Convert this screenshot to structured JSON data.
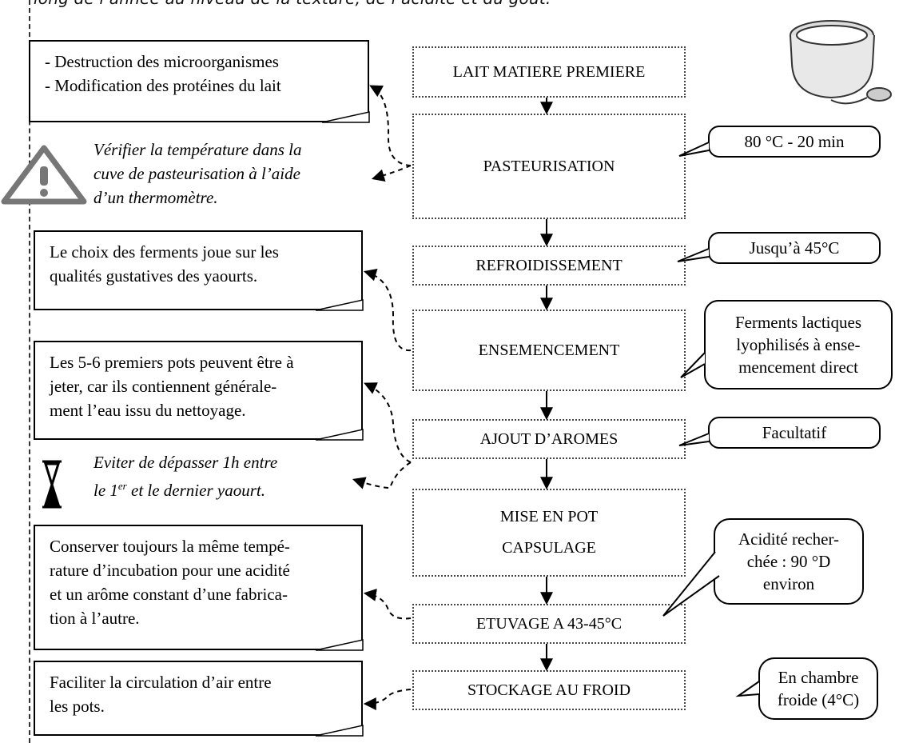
{
  "header_text": "long de l’année au niveau de la texture, de l’acidité et du goût.",
  "steps": [
    {
      "lines": [
        "LAIT MATIERE PREMIERE"
      ]
    },
    {
      "lines": [
        "PASTEURISATION"
      ]
    },
    {
      "lines": [
        "REFROIDISSEMENT"
      ]
    },
    {
      "lines": [
        "ENSEMENCEMENT"
      ]
    },
    {
      "lines": [
        "AJOUT D’AROMES"
      ]
    },
    {
      "lines": [
        "MISE EN POT",
        "CAPSULAGE"
      ]
    },
    {
      "lines": [
        "ETUVAGE A 43-45°C"
      ]
    },
    {
      "lines": [
        "STOCKAGE AU FROID"
      ]
    }
  ],
  "notes": [
    {
      "lines": [
        "- Destruction des microorganismes",
        "- Modification des protéines du lait"
      ]
    },
    {
      "lines": [
        "Le choix des ferments joue sur les",
        "qualités gustatives des yaourts."
      ]
    },
    {
      "lines": [
        "Les 5-6 premiers pots peuvent être à",
        "jeter, car ils contiennent générale-",
        "ment l’eau issu du nettoyage."
      ]
    },
    {
      "lines": [
        "Conserver toujours la même tempé-",
        "rature d’incubation pour une acidité",
        "et un arôme constant d’une fabrica-",
        "tion à l’autre."
      ]
    },
    {
      "lines": [
        "Faciliter la circulation d’air entre",
        "les pots."
      ]
    }
  ],
  "warning_text": {
    "lines": [
      "Vérifier la température dans la",
      "cuve de pasteurisation à l’aide",
      "d’un thermomètre."
    ]
  },
  "hourglass_text": {
    "line1": "Eviter de dépasser 1h entre",
    "line2_prefix": "le 1",
    "line2_sup": "er",
    "line2_suffix": " et le dernier yaourt."
  },
  "callouts": [
    {
      "lines": [
        "80 °C - 20 min"
      ]
    },
    {
      "lines": [
        "Jusqu’à 45°C"
      ]
    },
    {
      "lines": [
        "Ferments lactiques",
        "lyophilisés à ense-",
        "mencement direct"
      ]
    },
    {
      "lines": [
        "Facultatif"
      ]
    },
    {
      "lines": [
        "Acidité recher-",
        "chée : 90 °D",
        "environ"
      ]
    },
    {
      "lines": [
        "En chambre",
        "froide (4°C)"
      ]
    }
  ],
  "icons": [
    "warning-triangle-icon",
    "hourglass-icon",
    "yogurt-pot-icon"
  ]
}
